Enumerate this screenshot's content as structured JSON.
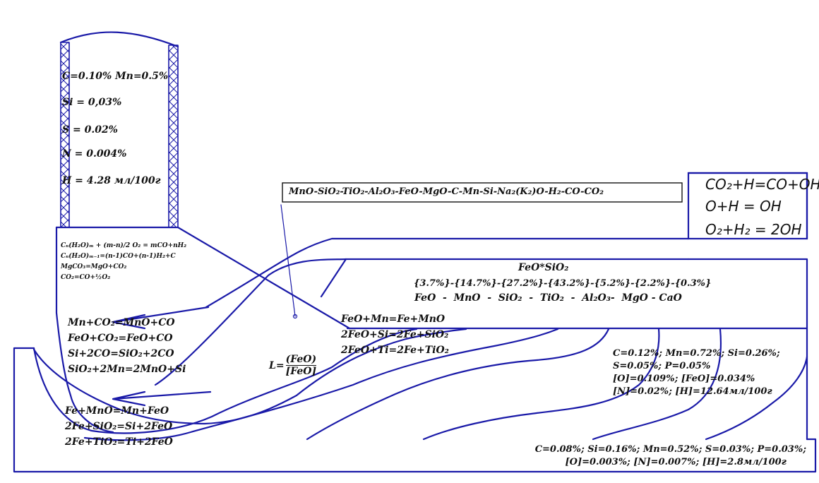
{
  "colors": {
    "line": "#1a1aa8",
    "text": "#111111",
    "background": "#ffffff"
  },
  "wire": {
    "c_mn": "C=0.10% Mn=0.5%",
    "si": "Si = 0,03%",
    "s": "S = 0.02%",
    "n": "N = 0.004%",
    "h": "H = 4.28 мл/100г"
  },
  "flux_formula": "MnO-SiO₂-TiO₂-Al₂O₃-FeO-MgO-C-Mn-Si-Na₂(K₂)O-H₂-CO-CO₂",
  "gas_reactions": [
    "CO₂+H=CO+OH",
    "O+H = OH",
    "O₂+H₂ = 2OH"
  ],
  "decomposition": [
    "Cₙ(H₂O)ₘ + (m-n)/2 O₂ = mCO+nH₂",
    "Cₙ(H₂O)ₘ₋₁=(n-1)CO+(n-1)H₂+C",
    "MgCO₃=MgO+CO₂",
    "CO₂=CO+½O₂"
  ],
  "reactions_left": [
    "Mn+CO₂=MnO+CO",
    "FeO+CO₂=FeO+CO",
    "Si+2CO=SiO₂+2CO",
    "SiO₂+2Mn=2MnO+Si"
  ],
  "reactions_lower": [
    "Fe+MnO=Mn+FeO",
    "2Fe+SiO₂=Si+2FeO",
    "2Fe+TiO₂=Ti+2FeO"
  ],
  "reactions_middle": [
    "FeO+Mn=Fe+MnO",
    "2FeO+Si=2Fe+SiO₂",
    "2FeO+Ti=2Fe+TiO₂"
  ],
  "slag": {
    "title": "FeO*SiO₂",
    "percents": "{3.7%}-{14.7%}-{27.2%}-{43.2%}-{5.2%}-{2.2%}-{0.3%}",
    "oxides": "FeO  -  MnO  -  SiO₂  -  TiO₂  -  Al₂O₃-  MgO - CaO"
  },
  "distribution": {
    "prefix": "L=",
    "numerator": "(FeO)",
    "denominator": "[FeO]"
  },
  "weld_metal": [
    "C=0.12%; Mn=0.72%; Si=0.26%;",
    "S=0.05%; P=0.05%",
    "[O]=0.109%; [FeO]=0.034%",
    "[N]=0.02%; [H]=12.64мл/100г"
  ],
  "base_metal": [
    "C=0.08%; Si=0.16%; Mn=0.52%; S=0.03%; P=0.03%;",
    "[O]=0.003%; [N]=0.007%; [H]=2.8мл/100г"
  ]
}
